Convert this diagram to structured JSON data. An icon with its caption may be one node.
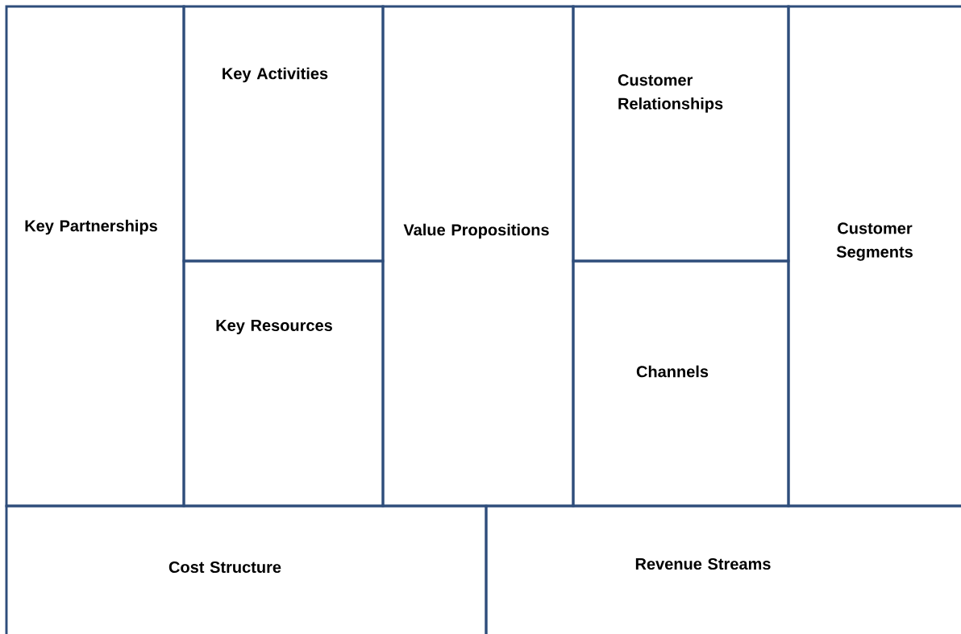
{
  "diagram": {
    "nodes": [
      {
        "text": [
          "Key Partnerships"
        ]
      },
      {
        "text": [
          "Key Activities"
        ]
      },
      {
        "text": [
          "Key Resources"
        ]
      },
      {
        "text": [
          "Value Propositions"
        ]
      },
      {
        "text": [
          "Customer Relationships"
        ]
      },
      {
        "text": [
          "Channels"
        ]
      },
      {
        "text": [
          "Customer Segments"
        ]
      },
      {
        "text": [
          "Cost Structure"
        ]
      },
      {
        "text": [
          "Revenue Streams"
        ]
      }
    ]
  }
}
